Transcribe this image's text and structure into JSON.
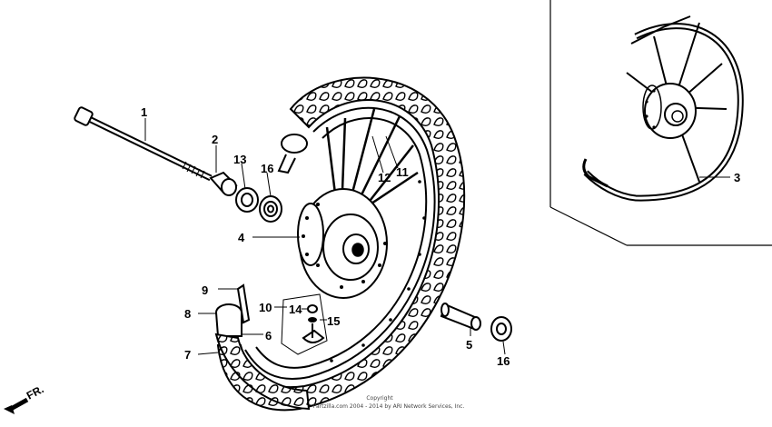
{
  "diagram": {
    "callouts": {
      "c1": "1",
      "c2": "2",
      "c3": "3",
      "c4": "4",
      "c5": "5",
      "c6": "6",
      "c7": "7",
      "c8": "8",
      "c9": "9",
      "c10": "10",
      "c11": "11",
      "c12": "12",
      "c13": "13",
      "c14": "14",
      "c15": "15",
      "c16a": "16",
      "c16b": "16"
    },
    "direction_label": "FR.",
    "copyright_line1": "Copyright",
    "copyright_line2": "Partzilla.com 2004 - 2014 by ARI Network Services, Inc."
  }
}
